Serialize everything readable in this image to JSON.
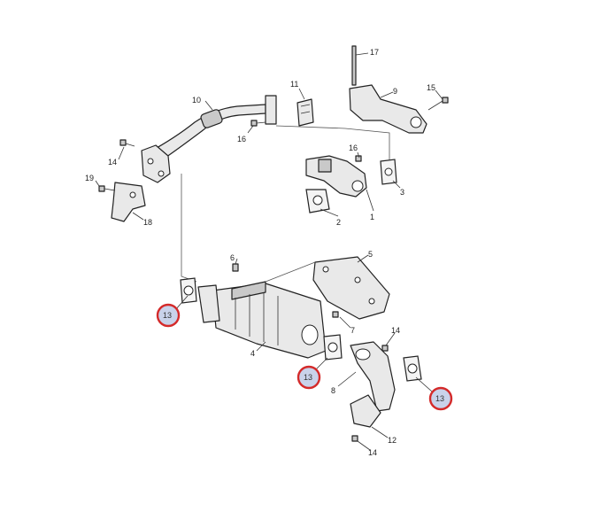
{
  "callouts": {
    "c1": "1",
    "c2": "2",
    "c3": "3",
    "c4": "4",
    "c5": "5",
    "c6": "6",
    "c7": "7",
    "c8": "8",
    "c9": "9",
    "c10": "10",
    "c11": "11",
    "c12": "12",
    "c14a": "14",
    "c14b": "14",
    "c14c": "14",
    "c15": "15",
    "c16a": "16",
    "c16b": "16",
    "c17": "17",
    "c18": "18",
    "c19": "19"
  },
  "highlighted": {
    "h13a": "13",
    "h13b": "13",
    "h13c": "13"
  },
  "colors": {
    "highlight_ring": "#d42a2a",
    "highlight_fill": "#c9d2ea"
  }
}
